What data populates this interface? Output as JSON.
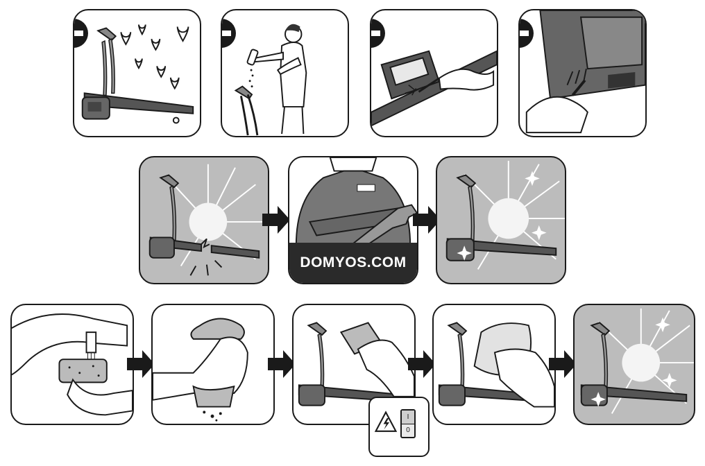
{
  "brand": {
    "website": "DOMYOS.COM"
  },
  "power_switch": {
    "on_label": "I",
    "off_label": "0"
  },
  "colors": {
    "ink": "#1a1a1a",
    "panel_gray": "#bcbcbc",
    "brand_band": "#2a2a2a"
  },
  "icons": {
    "prohibited": "no-entry-icon",
    "step_arrow": "right-arrow-icon",
    "electric_hazard": "high-voltage-icon"
  }
}
